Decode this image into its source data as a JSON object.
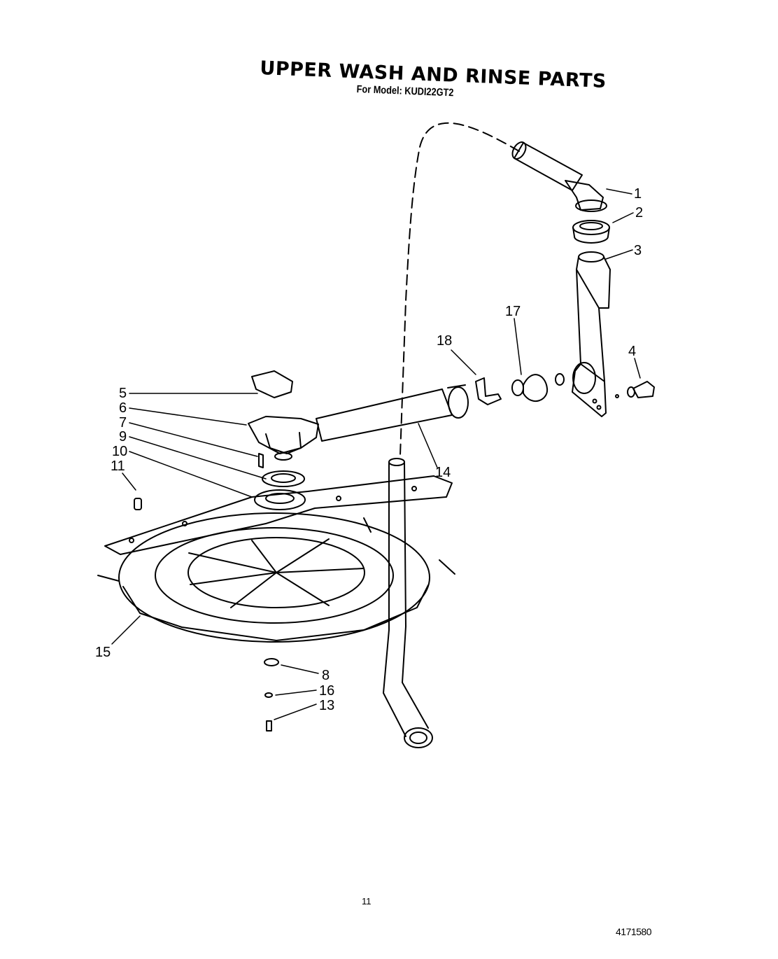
{
  "header": {
    "title": "UPPER WASH AND RINSE PARTS",
    "subtitle": "For Model: KUDI22GT2"
  },
  "footer": {
    "page_number": "11",
    "document_number": "4171580"
  },
  "callouts": {
    "c1": "1",
    "c2": "2",
    "c3": "3",
    "c4": "4",
    "c5": "5",
    "c6": "6",
    "c7": "7",
    "c8": "8",
    "c9": "9",
    "c10": "10",
    "c11": "11",
    "c13": "13",
    "c14": "14",
    "c15": "15",
    "c16": "16",
    "c17": "17",
    "c18": "18"
  }
}
